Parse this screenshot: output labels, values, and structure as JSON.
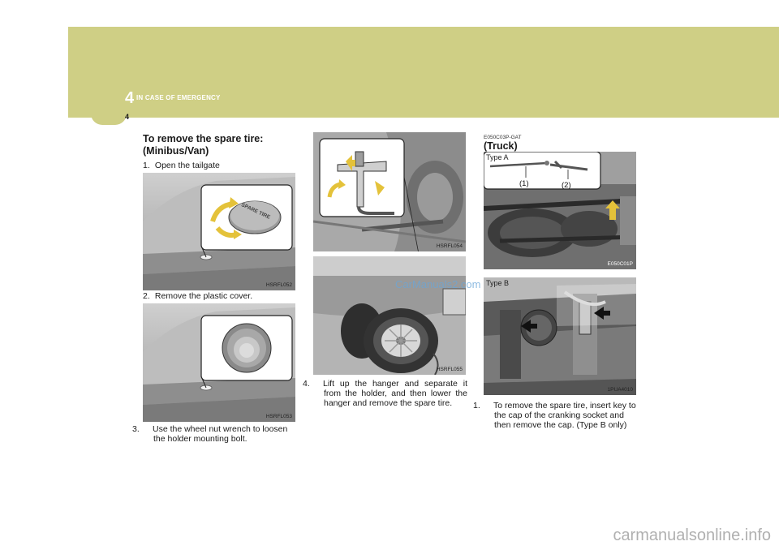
{
  "header": {
    "chapter_number": "4",
    "chapter_title": "IN CASE OF EMERGENCY",
    "page_number": "4"
  },
  "left_column": {
    "heading_line1": "To remove the spare tire:",
    "heading_line2": "(Minibus/Van)",
    "step1": {
      "number": "1.",
      "text": "Open the tailgate"
    },
    "figure1_code": "HSRFL052",
    "figure1_cap_text": "SPARE TIRE",
    "step2": {
      "number": "2.",
      "text": "Remove the plastic cover."
    },
    "figure2_code": "HSRFL053",
    "step3": {
      "number": "3.",
      "text": "Use the wheel nut wrench to loosen the holder mounting bolt."
    }
  },
  "middle_column": {
    "figure3_code": "HSRFL054",
    "figure4_code": "HSRFL055",
    "step4": {
      "number": "4.",
      "text": "Lift up the hanger and separate it from the holder, and then lower the hanger and remove the spare tire."
    }
  },
  "right_column": {
    "section_code": "E050C03P-GAT",
    "heading": "(Truck)",
    "figure5_type_label": "Type A",
    "figure5_callout_1": "(1)",
    "figure5_callout_2": "(2)",
    "figure5_code": "E050C01P",
    "figure6_type_label": "Type B",
    "figure6_code": "1PUA4010",
    "step1": {
      "number": "1.",
      "text": "To remove the spare tire, insert key to the cap of the cranking socket and then remove the cap. (Type B only)"
    }
  },
  "watermark": "CarManuals2.com",
  "footer": "carmanualsonline.info"
}
